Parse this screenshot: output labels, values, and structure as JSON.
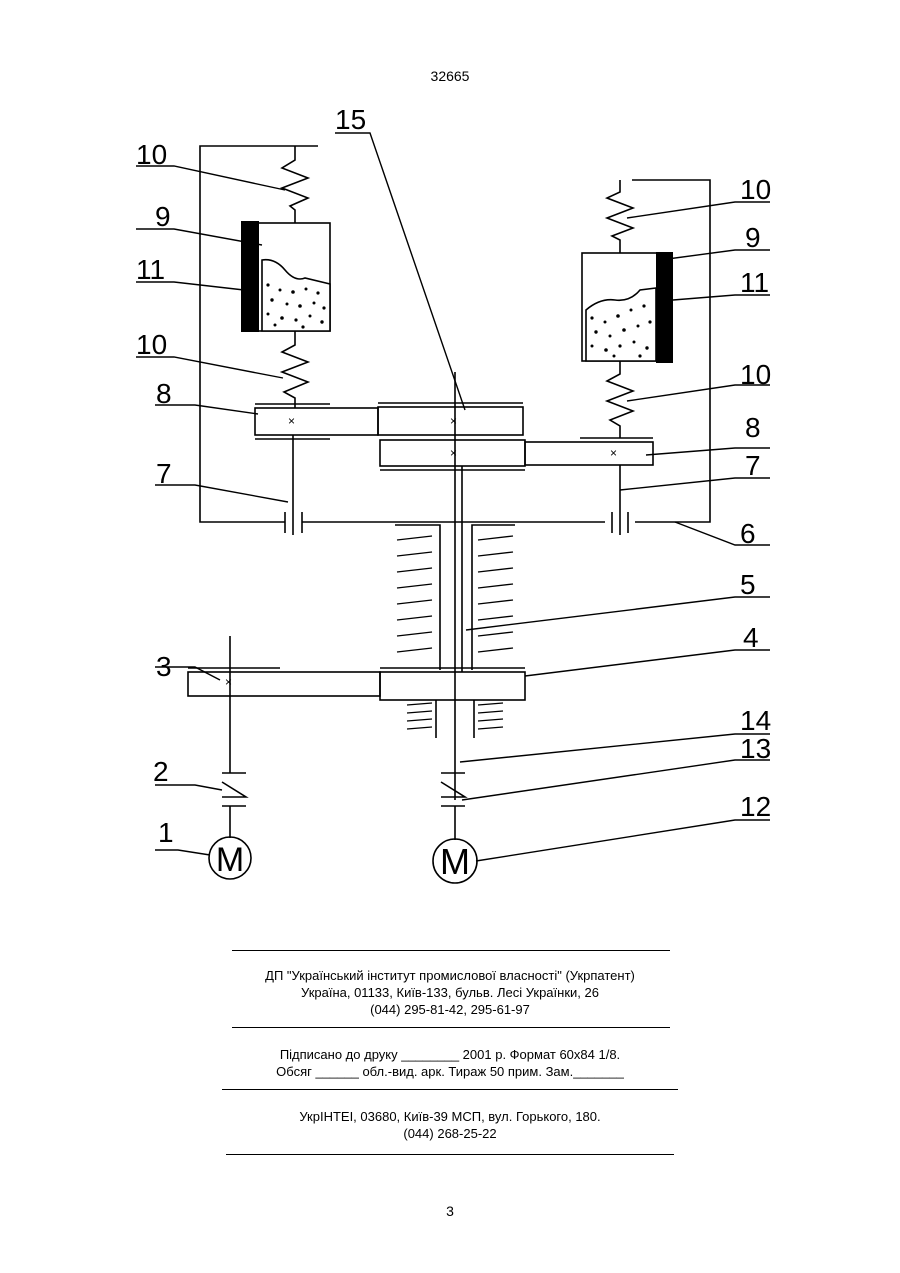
{
  "header": {
    "page_number": "32665"
  },
  "figure": {
    "labels": {
      "l1": "1",
      "l2": "2",
      "l3": "3",
      "l4": "4",
      "l5": "5",
      "l6": "6",
      "l7_left": "7",
      "l7_right": "7",
      "l8_left": "8",
      "l8_right": "8",
      "l9_left": "9",
      "l9_right": "9",
      "l10_top_left": "10",
      "l10_mid_left": "10",
      "l10_top_right": "10",
      "l10_mid_right": "10",
      "l11_left": "11",
      "l11_right": "11",
      "l12": "12",
      "l13": "13",
      "l14": "14",
      "l15": "15"
    },
    "motor_glyph": "M",
    "gear_mark": "×"
  },
  "imprint": {
    "org_line1": "ДП \"Український інститут промислової власності\" (Укрпатент)",
    "org_line2": "Україна, 01133, Київ-133, бульв. Лесі Українки, 26",
    "org_line3": "(044) 295-81-42, 295-61-97",
    "print_line1": "Підписано до друку ________ 2001 р.    Формат 60х84 1/8.",
    "print_line2": "Обсяг ______ обл.-вид. арк.   Тираж 50 прим.    Зам._______",
    "printer_line1": "УкрІНТЕІ, 03680, Київ-39 МСП, вул. Горького, 180.",
    "printer_line2": "(044) 268-25-22"
  },
  "footer": {
    "page_number": "3"
  }
}
